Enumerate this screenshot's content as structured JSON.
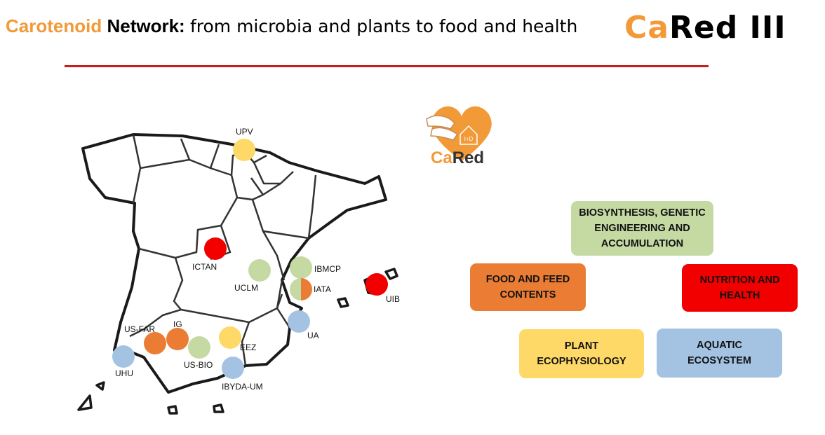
{
  "header": {
    "title_part1": "Carotenoid",
    "title_part2": "Network:",
    "title_part3": "from microbia and plants to food and health"
  },
  "logo_top": {
    "ca": "Ca",
    "rest": "Red III"
  },
  "cared_logo": {
    "ca": "Ca",
    "red": "Red",
    "badge": "I+D"
  },
  "colors": {
    "green": "#c5d9a3",
    "red": "#f20000",
    "orange": "#ea7d33",
    "yellow": "#fed968",
    "blue": "#a4c3e3",
    "rule": "#c81e1e",
    "brand_orange": "#f39a38"
  },
  "sites": [
    {
      "id": "upv",
      "label": "UPV",
      "color": "yellow"
    },
    {
      "id": "ictan",
      "label": "ICTAN",
      "color": "red"
    },
    {
      "id": "uclm",
      "label": "UCLM",
      "color": "green"
    },
    {
      "id": "ibmcp",
      "label": "IBMCP",
      "color": "green"
    },
    {
      "id": "iata",
      "label": "IATA",
      "color": "green+orange"
    },
    {
      "id": "uib",
      "label": "UIB",
      "color": "red"
    },
    {
      "id": "ua",
      "label": "UA",
      "color": "blue"
    },
    {
      "id": "us-far",
      "label": "US-FAR",
      "color": "orange"
    },
    {
      "id": "ig",
      "label": "IG",
      "color": "orange"
    },
    {
      "id": "us-bio",
      "label": "US-BIO",
      "color": "green"
    },
    {
      "id": "eez",
      "label": "EEZ",
      "color": "yellow"
    },
    {
      "id": "uhu",
      "label": "UHU",
      "color": "blue"
    },
    {
      "id": "ibyda-um",
      "label": "IBYDA-UM",
      "color": "blue"
    }
  ],
  "boxes": {
    "biosynthesis": {
      "label": "BIOSYNTHESIS, GENETIC\nENGINEERING AND\nACCUMULATION",
      "color": "green"
    },
    "food": {
      "label": "FOOD AND FEED\nCONTENTS",
      "color": "orange"
    },
    "nutrition": {
      "label": "NUTRITION AND\nHEALTH",
      "color": "red"
    },
    "plant": {
      "label": "PLANT\nECOPHYSIOLOGY",
      "color": "yellow"
    },
    "aquatic": {
      "label": "AQUATIC\nECOSYSTEM",
      "color": "blue"
    }
  }
}
